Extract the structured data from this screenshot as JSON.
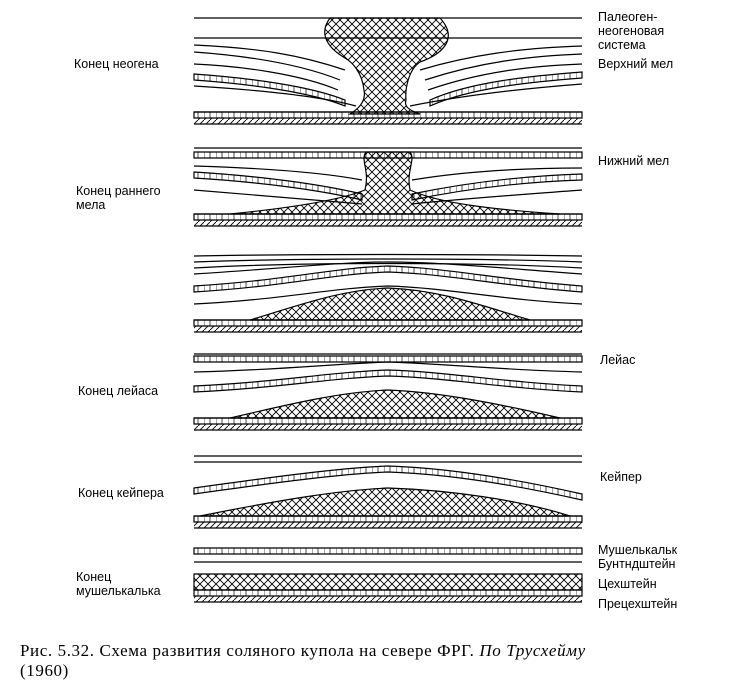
{
  "left_labels": [
    "Конец  неогена",
    "Конец раннего\nмела",
    "Конец лейаса",
    "Конец кейпера",
    "Конец\nмушелькалька"
  ],
  "right_labels": [
    "Палеоген-\nнеогеновая\nсистема",
    "Верхний мел",
    "Нижний мел",
    "Лейас",
    "Кейпер",
    "Мушелькальк",
    "Бунтндштейн",
    "Цехштейн",
    "Прецехштейн"
  ],
  "caption": {
    "text": "Рис. 5.32. Схема развития соляного купола на севере ФРГ.",
    "author": "По Трусхейму",
    "year": "(1960)"
  },
  "colors": {
    "ink": "#000000",
    "paper": "#ffffff"
  },
  "hatch": "diagonal-crosshatch-salt"
}
